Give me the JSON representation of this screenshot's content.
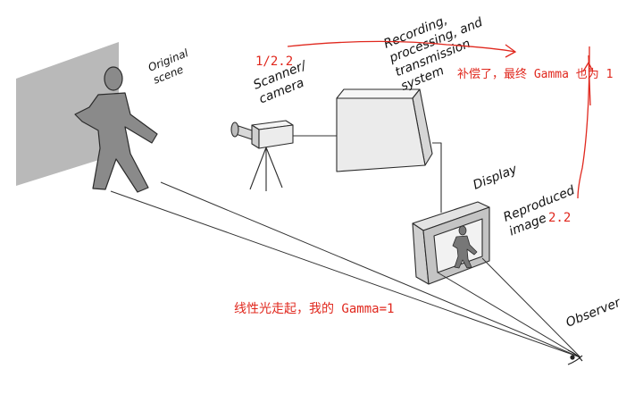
{
  "labels": {
    "original_scene": [
      "Original",
      "scene"
    ],
    "scanner_camera": [
      "Scanner/",
      "camera"
    ],
    "recording_system": [
      "Recording,",
      "processing, and",
      "transmission",
      "system"
    ],
    "display": "Display",
    "reproduced_image": [
      "Reproduced",
      "image"
    ],
    "observer": "Observer"
  },
  "annotations": {
    "camera_gamma": "1/2.2",
    "display_gamma": "2.2",
    "compensation_note": "补偿了，最终 Gamma 也为 1",
    "linear_light_note": "线性光走起，我的 Gamma=1"
  },
  "colors": {
    "annotation": "#e0281e",
    "box_fill": "#e9e9e9",
    "figure_fill": "#8a8a8a",
    "scene_plane": "#b9b9b9",
    "line": "#333333"
  }
}
